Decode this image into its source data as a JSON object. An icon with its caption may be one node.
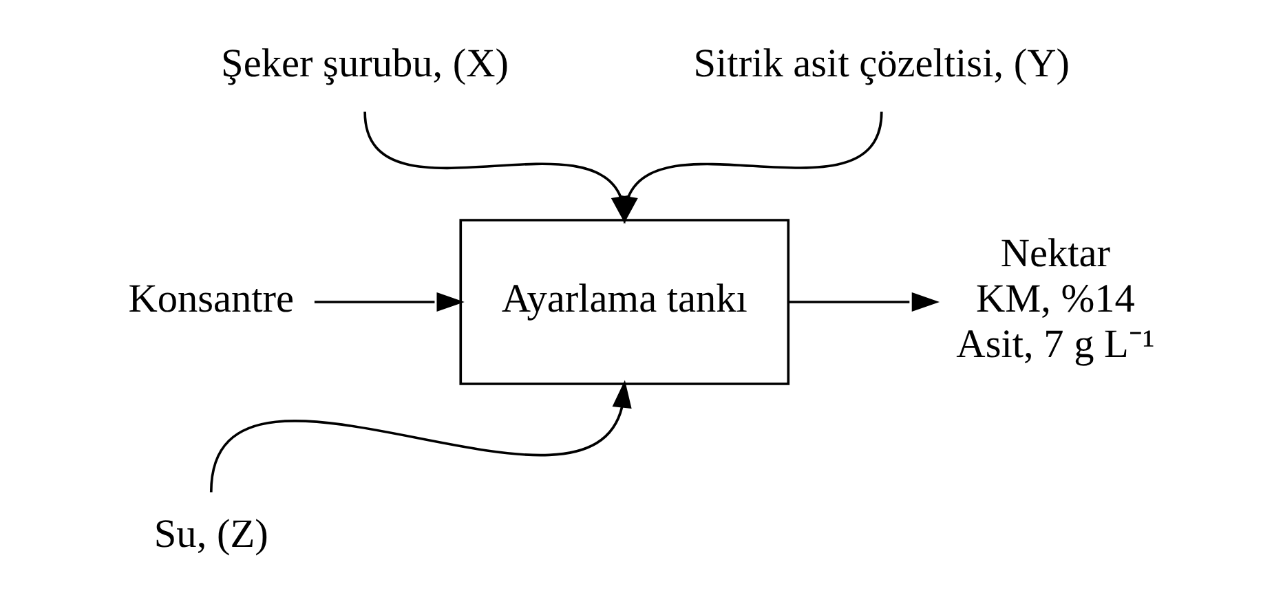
{
  "diagram": {
    "nodes": [
      {
        "text": [
          "Şeker şurubu, (X)"
        ]
      },
      {
        "text": [
          "Sitrik asit çözeltisi, (Y)"
        ]
      },
      {
        "text": [
          "Konsantre"
        ]
      },
      {
        "text": [
          "Ayarlama tankı"
        ]
      },
      {
        "text": [
          "Nektar",
          "KM, %14",
          "Asit, 7 g L⁻¹"
        ]
      },
      {
        "text": [
          "Su, (Z)"
        ]
      }
    ],
    "edges": [
      {
        "from": 0,
        "to": 3,
        "arrow": "to"
      },
      {
        "from": 1,
        "to": 3,
        "arrow": "to"
      },
      {
        "from": 2,
        "to": 3,
        "arrow": "to"
      },
      {
        "from": 3,
        "to": 4,
        "arrow": "to"
      },
      {
        "from": 5,
        "to": 3,
        "arrow": "to"
      }
    ]
  }
}
